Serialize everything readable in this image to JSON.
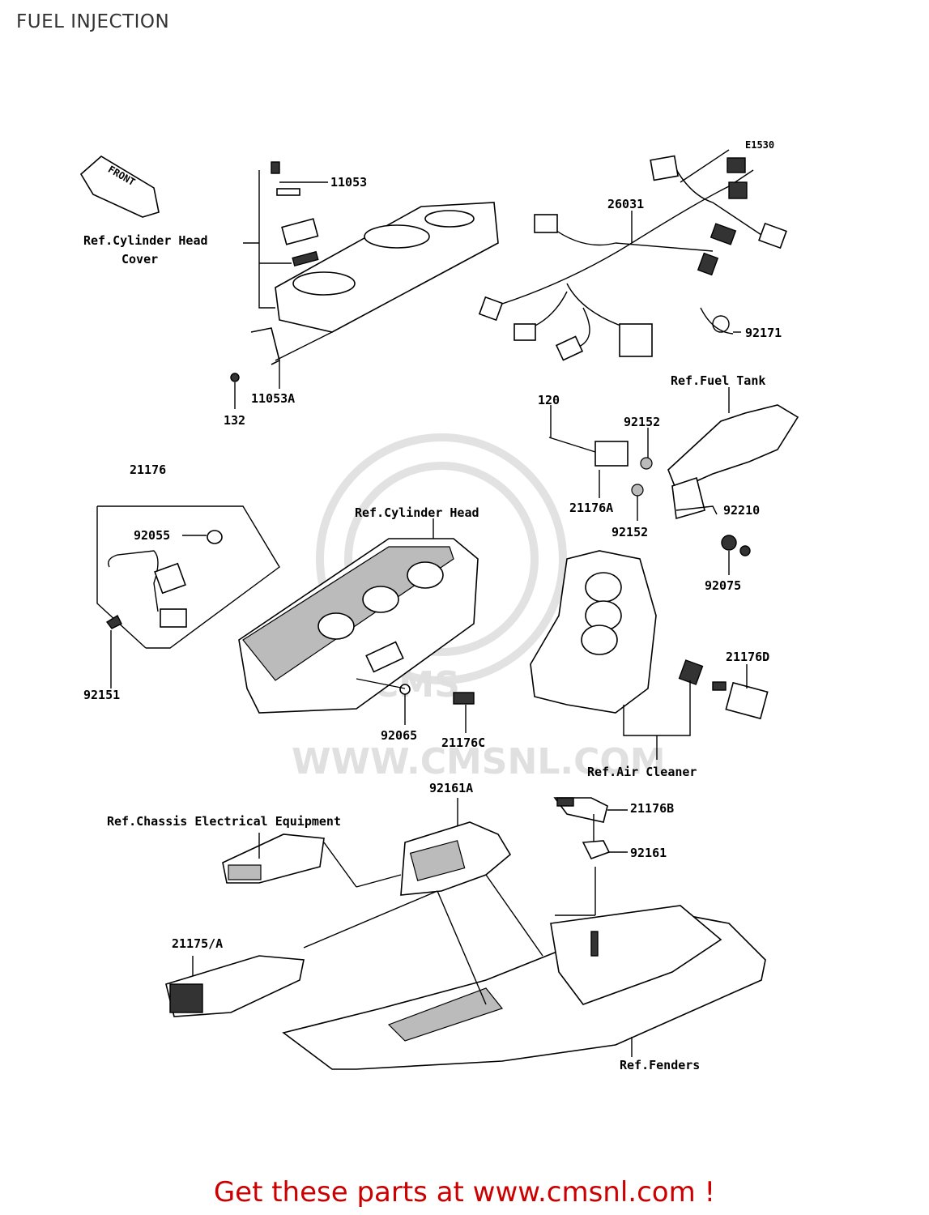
{
  "title": "FUEL INJECTION",
  "diagram_code": "E1530",
  "front_label": "FRONT",
  "watermark": {
    "text": "WWW.CMSNL.COM",
    "logo": "CMS"
  },
  "labels": {
    "p11053": "11053",
    "p11053a": "11053A",
    "p132": "132",
    "p26031": "26031",
    "p92171": "92171",
    "p120": "120",
    "p92152_top": "92152",
    "p92152_bot": "92152",
    "p21176a": "21176A",
    "p92210": "92210",
    "p92075": "92075",
    "p21176": "21176",
    "p92055": "92055",
    "p92151": "92151",
    "p92065": "92065",
    "p21176c": "21176C",
    "p21176d": "21176D",
    "p92161a": "92161A",
    "p21176b": "21176B",
    "p92161": "92161",
    "p21175a": "21175/A"
  },
  "refs": {
    "cyl_head_cover_1": "Ref.Cylinder Head",
    "cyl_head_cover_2": "Cover",
    "cyl_head": "Ref.Cylinder Head",
    "fuel_tank": "Ref.Fuel Tank",
    "air_cleaner": "Ref.Air Cleaner",
    "chassis": "Ref.Chassis Electrical Equipment",
    "fenders": "Ref.Fenders"
  },
  "footer": "Get these parts at www.cmsnl.com !"
}
